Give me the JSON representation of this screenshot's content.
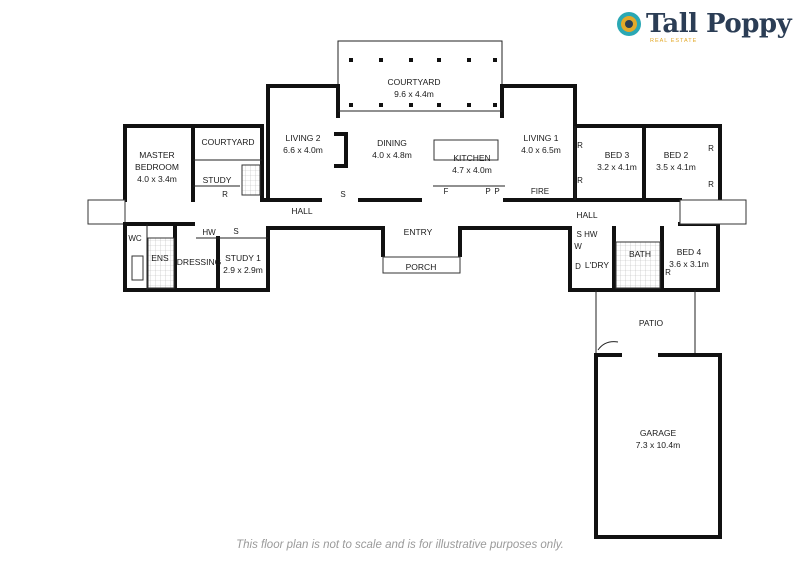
{
  "brand": {
    "name": "Tall Poppy",
    "tagline": "REAL ESTATE",
    "colors": {
      "navy": "#2b3d55",
      "gold": "#e3a92a",
      "teal": "#2aa8b4"
    }
  },
  "disclaimer": "This floor plan is not to scale and is for illustrative purposes only.",
  "rooms": {
    "courtyard_top": {
      "name": "COURTYARD",
      "size": "9.6 x 4.4m"
    },
    "living2": {
      "name": "LIVING 2",
      "size": "6.6 x 4.0m"
    },
    "dining": {
      "name": "DINING",
      "size": "4.0 x 4.8m"
    },
    "kitchen": {
      "name": "KITCHEN",
      "size": "4.7 x 4.0m"
    },
    "living1": {
      "name": "LIVING 1",
      "size": "4.0 x 6.5m"
    },
    "master_line1": "MASTER",
    "master_line2": "BEDROOM",
    "master_size": "4.0 x 3.4m",
    "courtyard_small": "COURTYARD",
    "study": "STUDY",
    "bed3": {
      "name": "BED 3",
      "size": "3.2 x 4.1m"
    },
    "bed2": {
      "name": "BED 2",
      "size": "3.5 x 4.1m"
    },
    "bed4": {
      "name": "BED 4",
      "size": "3.6 x 3.1m"
    },
    "study1": {
      "name": "STUDY 1",
      "size": "2.9 x 2.9m"
    },
    "garage": {
      "name": "GARAGE",
      "size": "7.3 x 10.4m"
    },
    "hall_left": "HALL",
    "hall_right": "HALL",
    "entry": "ENTRY",
    "porch": "PORCH",
    "wc": "WC",
    "ens": "ENS",
    "dressing": "DRESSING",
    "hw_left": "HW",
    "s_left": "S",
    "s_dining": "S",
    "fire": "FIRE",
    "f": "F",
    "p1": "P",
    "p2": "P",
    "r_study": "R",
    "r_bed3_top": "R",
    "r_bed3_bot": "R",
    "r_bed2_top": "R",
    "r_bed2_bot": "R",
    "r_bed4": "R",
    "s_hw_right": "S HW",
    "w": "W",
    "d": "D",
    "ldry": "L'DRY",
    "bath": "BATH",
    "patio": "PATIO"
  }
}
